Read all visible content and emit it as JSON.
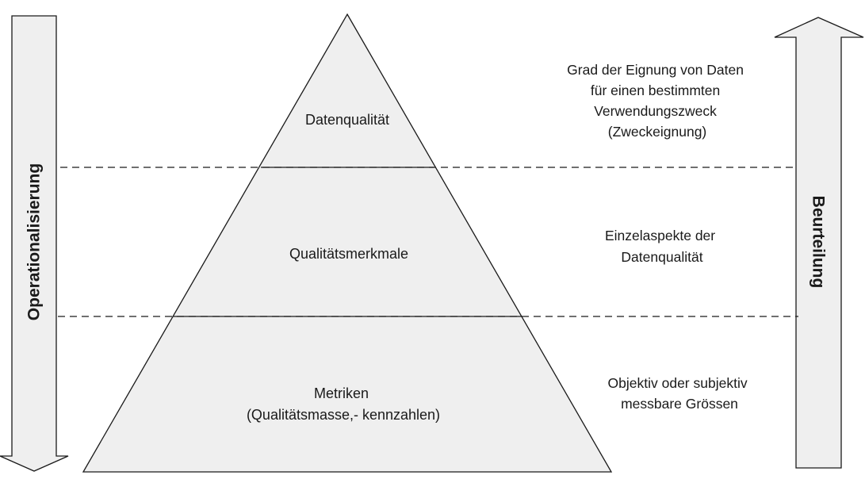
{
  "levels": [
    {
      "label_lines": [
        "Datenqualität"
      ],
      "description_lines": [
        "Grad der Eignung von Daten",
        "für einen bestimmten",
        "Verwendungszweck",
        "(Zweckeignung)"
      ]
    },
    {
      "label_lines": [
        "Qualitätsmerkmale"
      ],
      "description_lines": [
        "Einzelaspekte der",
        "Datenqualität"
      ]
    },
    {
      "label_lines": [
        "Metriken",
        "(Qualitätsmasse,- kennzahlen)"
      ],
      "description_lines": [
        "Objektiv oder subjektiv",
        "messbare Grössen"
      ]
    }
  ],
  "left_arrow": {
    "label": "Operationalisierung",
    "direction": "down"
  },
  "right_arrow": {
    "label": "Beurteilung",
    "direction": "up"
  },
  "colors": {
    "fill": "#efefef",
    "stroke": "#1a1a1a",
    "text": "#1a1a1a"
  }
}
